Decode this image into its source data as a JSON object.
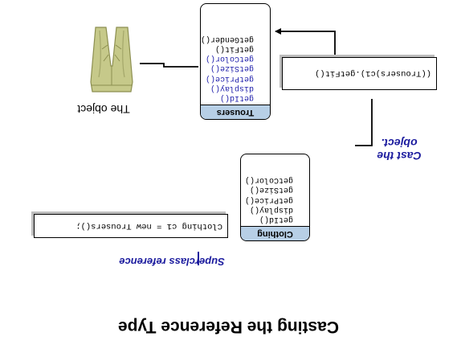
{
  "title": "Casting the Reference Type",
  "superclass_code": "Clothing c1 = new Trousers();",
  "superclass_note": "Superclass reference",
  "clothing_class": {
    "name": "Clothing",
    "methods": [
      {
        "name": "getId()",
        "color": "#000000"
      },
      {
        "name": "display()",
        "color": "#000000"
      },
      {
        "name": "getPrice()",
        "color": "#000000"
      },
      {
        "name": "getSize()",
        "color": "#000000"
      },
      {
        "name": "getColor()",
        "color": "#000000"
      }
    ]
  },
  "trousers_class": {
    "name": "Trousers",
    "methods": [
      {
        "name": "getId()",
        "color": "#1c1caa"
      },
      {
        "name": "display()",
        "color": "#1c1caa"
      },
      {
        "name": "getPrice()",
        "color": "#1c1caa"
      },
      {
        "name": "getSize()",
        "color": "#1c1caa"
      },
      {
        "name": "getColor()",
        "color": "#1c1caa"
      },
      {
        "name": "getFit()",
        "color": "#000000"
      },
      {
        "name": "getGender()",
        "color": "#000000"
      }
    ]
  },
  "cast_code": "((Trousers)c1).getFit()",
  "cast_note": [
    "Cast the",
    "object."
  ],
  "object_caption": "The object",
  "colors": {
    "header_fill": "#b7cfe6",
    "annotation_blue": "#1b1b9e",
    "inherited_method_blue": "#1c1caa",
    "trousers_fill": "#c6c98a",
    "trousers_dark": "#8c8f50"
  }
}
